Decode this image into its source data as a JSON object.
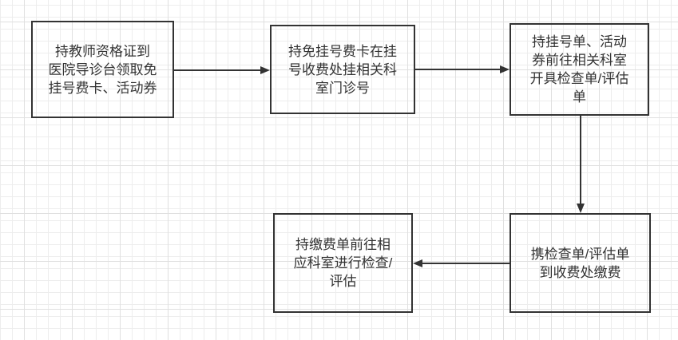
{
  "diagram": {
    "type": "flowchart",
    "colors": {
      "node_border": "#333333",
      "node_text": "#333333",
      "arrow": "#333333",
      "grid_minor": "#ededed",
      "grid_major": "#e0e0e0",
      "background": "#ffffff"
    },
    "nodes": [
      {
        "id": "node1",
        "label": "持教师资格证到医院导诊台领取免挂号费卡、活动券",
        "lines": [
          "持教师资格证到",
          "医院导诊台领取免",
          "挂号费卡、活动券"
        ]
      },
      {
        "id": "node2",
        "label": "持免挂号费卡在挂号收费处挂相关科室门诊号",
        "lines": [
          "持免挂号费卡在挂",
          "号收费处挂相关科",
          "室门诊号"
        ]
      },
      {
        "id": "node3",
        "label": "持挂号单、活动券前往相关科室开具检查单/评估单",
        "lines": [
          "持挂号单、活动",
          "券前往相关科室",
          "开具检查单/评估",
          "单"
        ]
      },
      {
        "id": "node4",
        "label": "携检查单/评估单到收费处缴费",
        "lines": [
          "携检查单/评估单",
          "到收费处缴费"
        ]
      },
      {
        "id": "node5",
        "label": "持缴费单前往相应科室进行检查/评估",
        "lines": [
          "持缴费单前往相",
          "应科室进行检查/",
          "评估"
        ]
      }
    ],
    "edges": [
      {
        "from": "node1",
        "to": "node2",
        "direction": "right"
      },
      {
        "from": "node2",
        "to": "node3",
        "direction": "right"
      },
      {
        "from": "node3",
        "to": "node4",
        "direction": "down"
      },
      {
        "from": "node4",
        "to": "node5",
        "direction": "left"
      }
    ]
  }
}
